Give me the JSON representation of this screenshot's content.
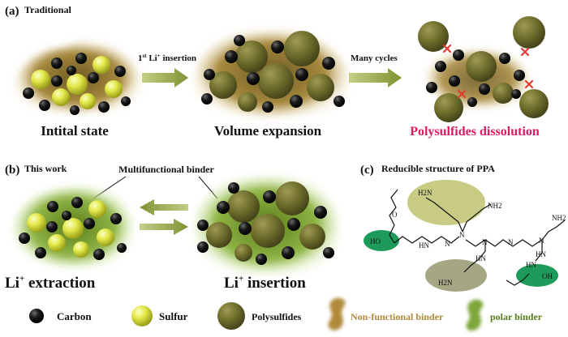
{
  "panel_a": {
    "letter": "(a)",
    "title": "Traditional",
    "arrow1_label_pre": "1",
    "arrow1_label_sup": "st",
    "arrow1_label_mid": " Li",
    "arrow1_label_sup2": "+",
    "arrow1_label_post": " insertion",
    "arrow2_label": "Many cycles",
    "state1": "Intital state",
    "state2": "Volume expansion",
    "state3": "Polysulfides dissolution"
  },
  "panel_b": {
    "letter": "(b)",
    "title": "This work",
    "binder_callout": "Multifunctional binder",
    "left_main": "Li",
    "left_sup": "+",
    "left_rest": " extraction",
    "right_main": "Li",
    "right_sup": "+",
    "right_rest": " insertion"
  },
  "panel_c": {
    "letter": "(c)",
    "title": "Reducible structure of PPA",
    "labels": [
      "H2N",
      "NH2",
      "N",
      "N",
      "N",
      "N",
      "N",
      "HN",
      "HN",
      "H2N",
      "NH2",
      "HN",
      "HN",
      "HO",
      "OH",
      "O"
    ]
  },
  "legend": {
    "carbon": "Carbon",
    "sulfur": "Sulfur",
    "polysulfides": "Polysulfides",
    "nonfunctional": "Non-functional binder",
    "polar": "polar binder"
  },
  "colors": {
    "pink_text": "#d81b60",
    "binder_brown": "#b08a3a",
    "binder_green": "#7ea63a",
    "arrow_green": "#8ea33c",
    "ellipse_olive": "#c8cb84",
    "ellipse_gray": "#a5a684",
    "ellipse_green": "#1e9a5b",
    "polysulfide": "#6d6b2a",
    "sulfur": "#e3e84a",
    "carbon": "#151515"
  }
}
